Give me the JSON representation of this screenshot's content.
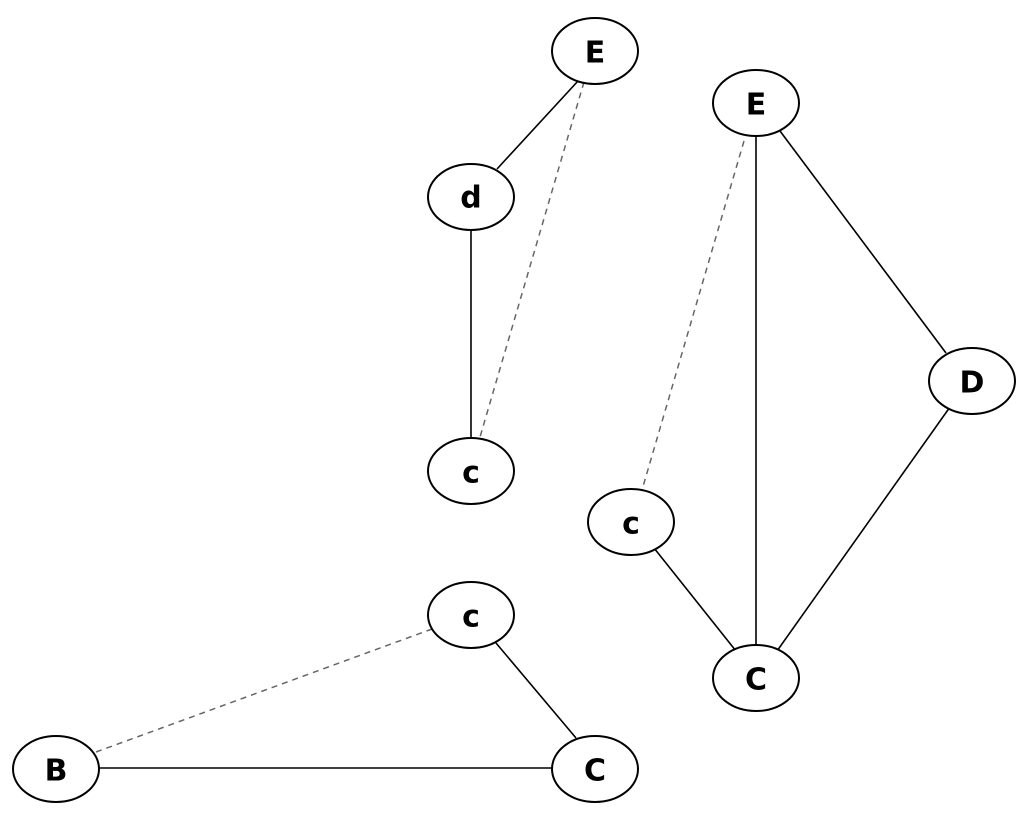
{
  "nodes": {
    "g1_E": "E",
    "g1_d": "d",
    "g1_c": "c",
    "g2_E": "E",
    "g2_D": "D",
    "g2_c": "c",
    "g2_C": "C",
    "g3_c": "c",
    "g3_B": "B",
    "g3_C": "C"
  },
  "edges": [
    {
      "from": "g1_E",
      "to": "g1_d",
      "style": "solid"
    },
    {
      "from": "g1_d",
      "to": "g1_c",
      "style": "solid"
    },
    {
      "from": "g1_E",
      "to": "g1_c",
      "style": "dashed"
    },
    {
      "from": "g2_E",
      "to": "g2_C",
      "style": "solid"
    },
    {
      "from": "g2_E",
      "to": "g2_D",
      "style": "solid"
    },
    {
      "from": "g2_D",
      "to": "g2_C",
      "style": "solid"
    },
    {
      "from": "g2_c",
      "to": "g2_C",
      "style": "solid"
    },
    {
      "from": "g2_E",
      "to": "g2_c",
      "style": "dashed"
    },
    {
      "from": "g3_c",
      "to": "g3_C",
      "style": "solid"
    },
    {
      "from": "g3_B",
      "to": "g3_C",
      "style": "solid"
    },
    {
      "from": "g3_B",
      "to": "g3_c",
      "style": "dashed"
    }
  ]
}
